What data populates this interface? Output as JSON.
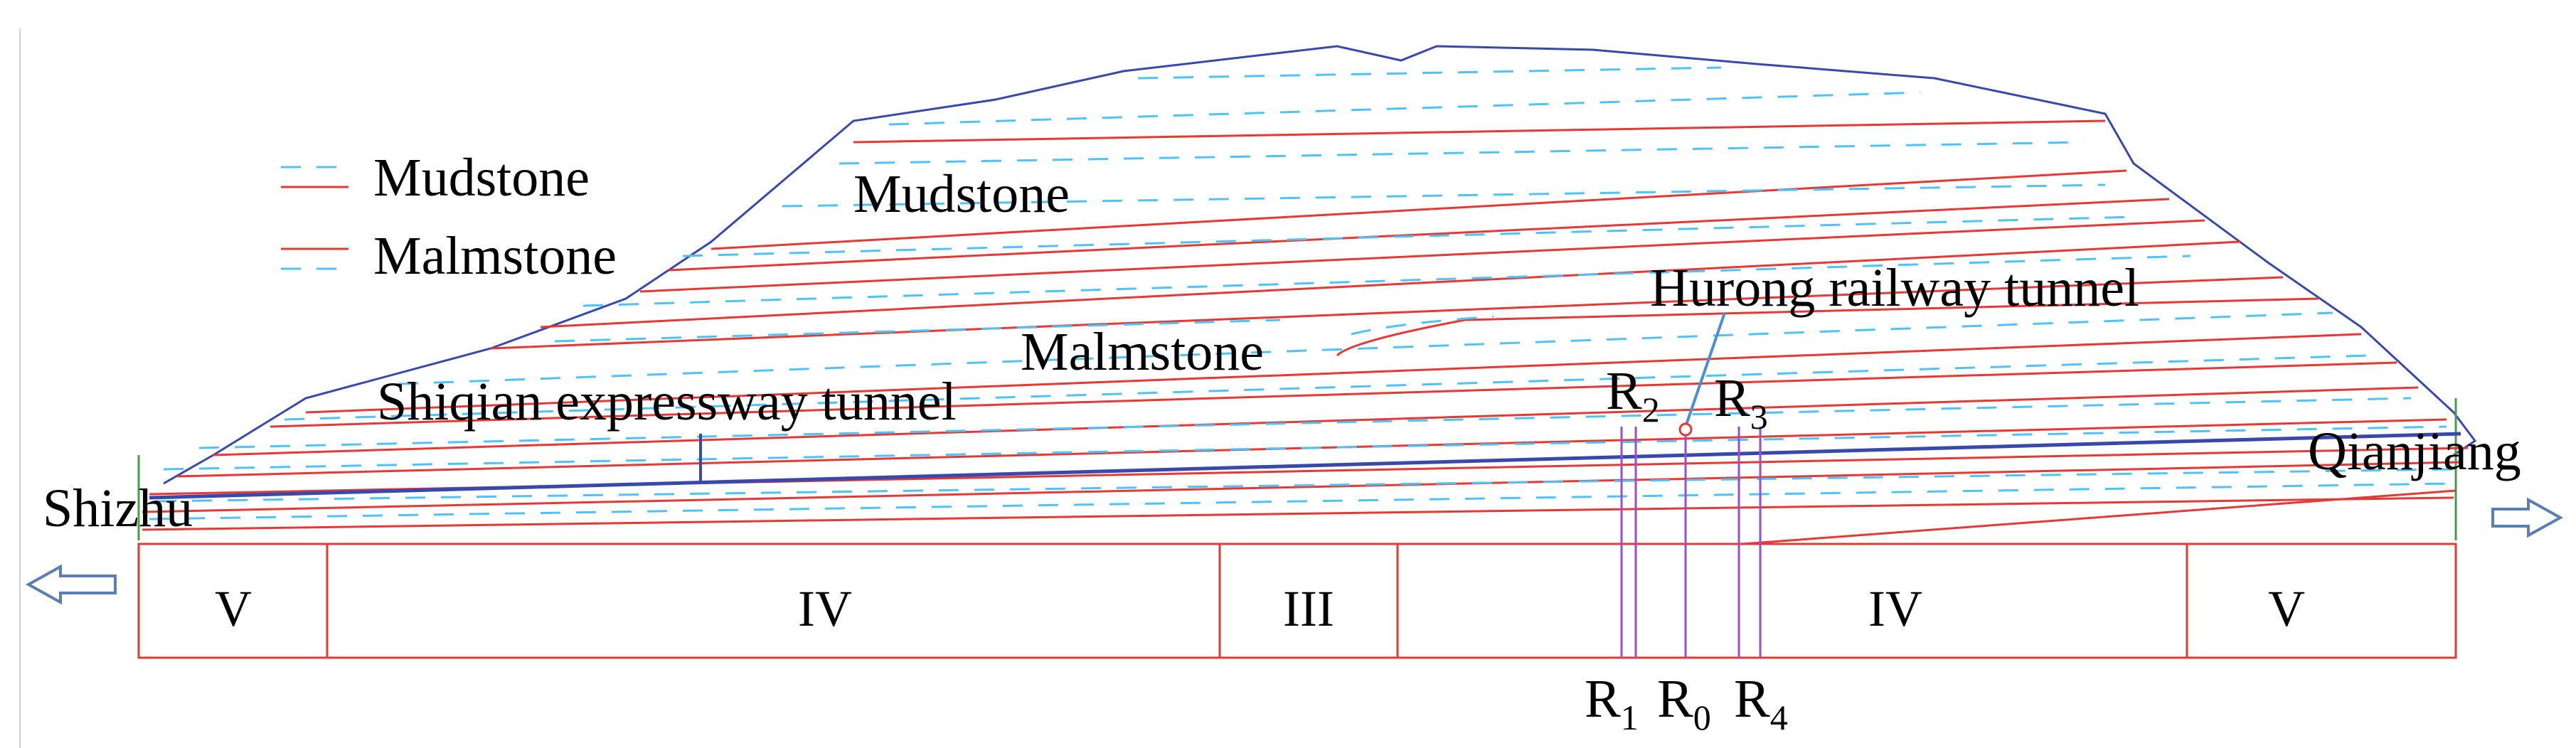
{
  "legend": {
    "items": [
      {
        "label": "Mudstone",
        "symbol": "dashed-blue-over-red"
      },
      {
        "label": "Malmstone",
        "symbol": "red-over-dashed-blue"
      }
    ]
  },
  "strata": {
    "mudstone_label": "Mudstone",
    "malmstone_label": "Malmstone"
  },
  "tunnels": {
    "expressway": "Shiqian expressway tunnel",
    "railway": "Hurong railway tunnel"
  },
  "directions": {
    "left": "Shizhu",
    "right": "Qianjiang"
  },
  "grades": [
    "V",
    "IV",
    "III",
    "IV",
    "V"
  ],
  "sections": {
    "top": [
      {
        "main": "R",
        "sub": "2"
      },
      {
        "main": "R",
        "sub": "3"
      }
    ],
    "bottom": [
      {
        "main": "R",
        "sub": "1"
      },
      {
        "main": "R",
        "sub": "0"
      },
      {
        "main": "R",
        "sub": "4"
      }
    ]
  },
  "colors": {
    "rock_line": "#e53935",
    "mudstone_dash": "#4fc3f7",
    "outline": "#3949ab",
    "section_line": "#9c4dcc",
    "arrow": "#5b7fb0",
    "portal": "#43a047"
  }
}
